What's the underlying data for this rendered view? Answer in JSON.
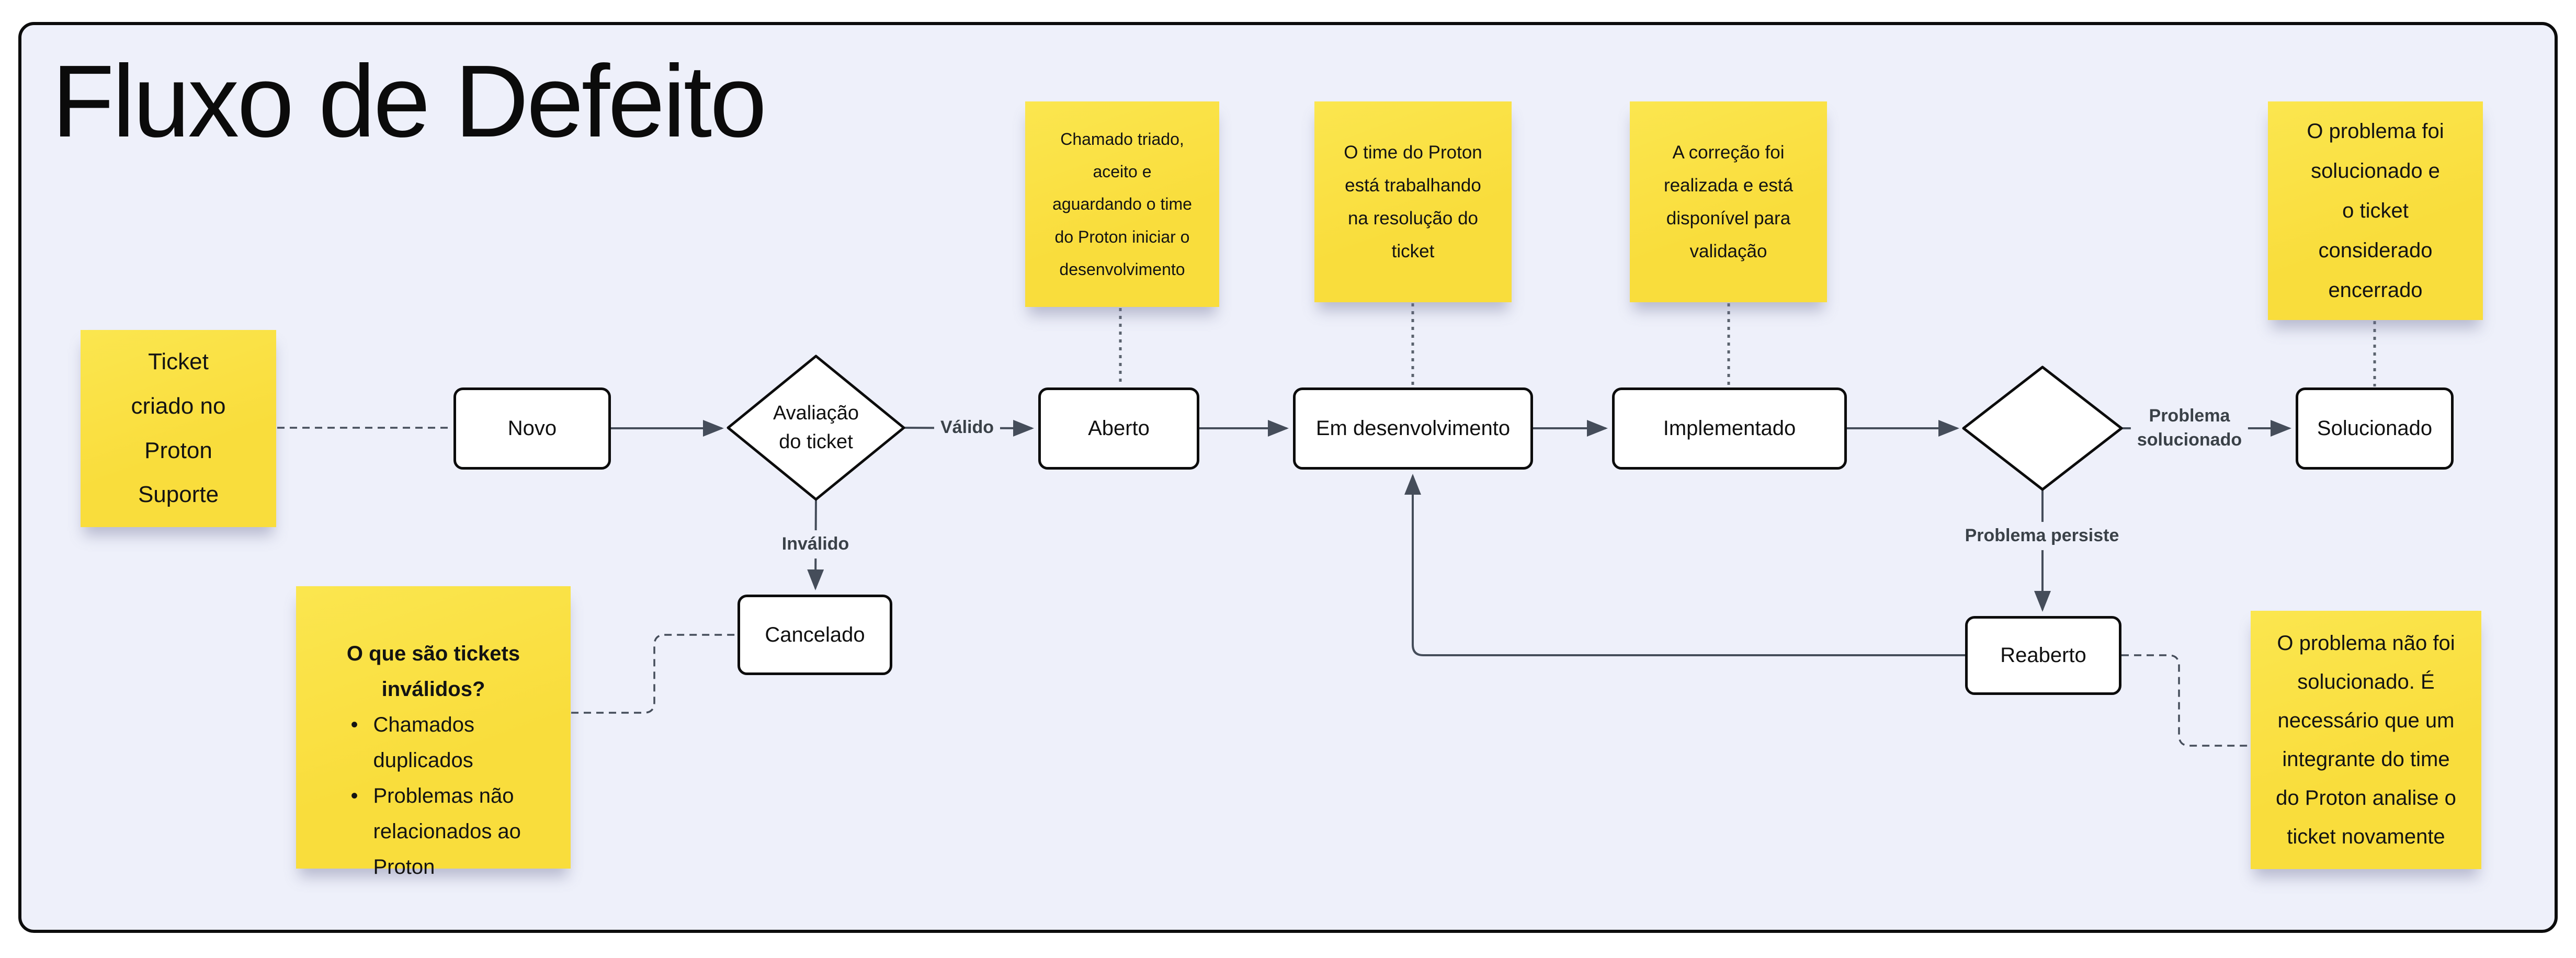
{
  "title": "Fluxo de Defeito",
  "colors": {
    "canvas": "#EEF0FA",
    "yellow": "#F9DD3C",
    "yellow_light": "#FBE64F",
    "line": "#454D5A",
    "dot": "#5B636E",
    "label": "#3A4148"
  },
  "nodes": {
    "novo": {
      "label": "Novo"
    },
    "avaliacao": {
      "label": "Avaliação\ndo ticket"
    },
    "aberto": {
      "label": "Aberto"
    },
    "em_desenvolvimento": {
      "label": "Em desenvolvimento"
    },
    "implementado": {
      "label": "Implementado"
    },
    "solucionado": {
      "label": "Solucionado"
    },
    "cancelado": {
      "label": "Cancelado"
    },
    "reaberto": {
      "label": "Reaberto"
    }
  },
  "edge_labels": {
    "valido": "Válido",
    "invalido": "Inválido",
    "problema_solucionado": "Problema\nsolucionado",
    "problema_persiste": "Problema persiste"
  },
  "stickies": {
    "ticket_criado": {
      "text": "Ticket\ncriado no\nProton\nSuporte"
    },
    "chamado_triado": {
      "text": "Chamado triado,\naceito e\naguardando o time\ndo Proton iniciar o\ndesenvolvimento"
    },
    "time_trabalhando": {
      "text": "O time do Proton\nestá trabalhando\nna resolução do\nticket"
    },
    "correcao_realizada": {
      "text": "A correção foi\nrealizada e está\ndisponível para\nvalidação"
    },
    "problema_encerrado": {
      "text": "O problema foi\nsolucionado e\no ticket\nconsiderado\nencerrado"
    },
    "tickets_invalidos": {
      "title": "O que são tickets inválidos?",
      "items": [
        "Chamados duplicados",
        "Problemas não relacionados ao Proton"
      ]
    },
    "problema_nao_solucionado": {
      "text": "O problema não foi\nsolucionado. É\nnecessário que um\nintegrante do time\ndo Proton analise o\nticket novamente"
    }
  }
}
